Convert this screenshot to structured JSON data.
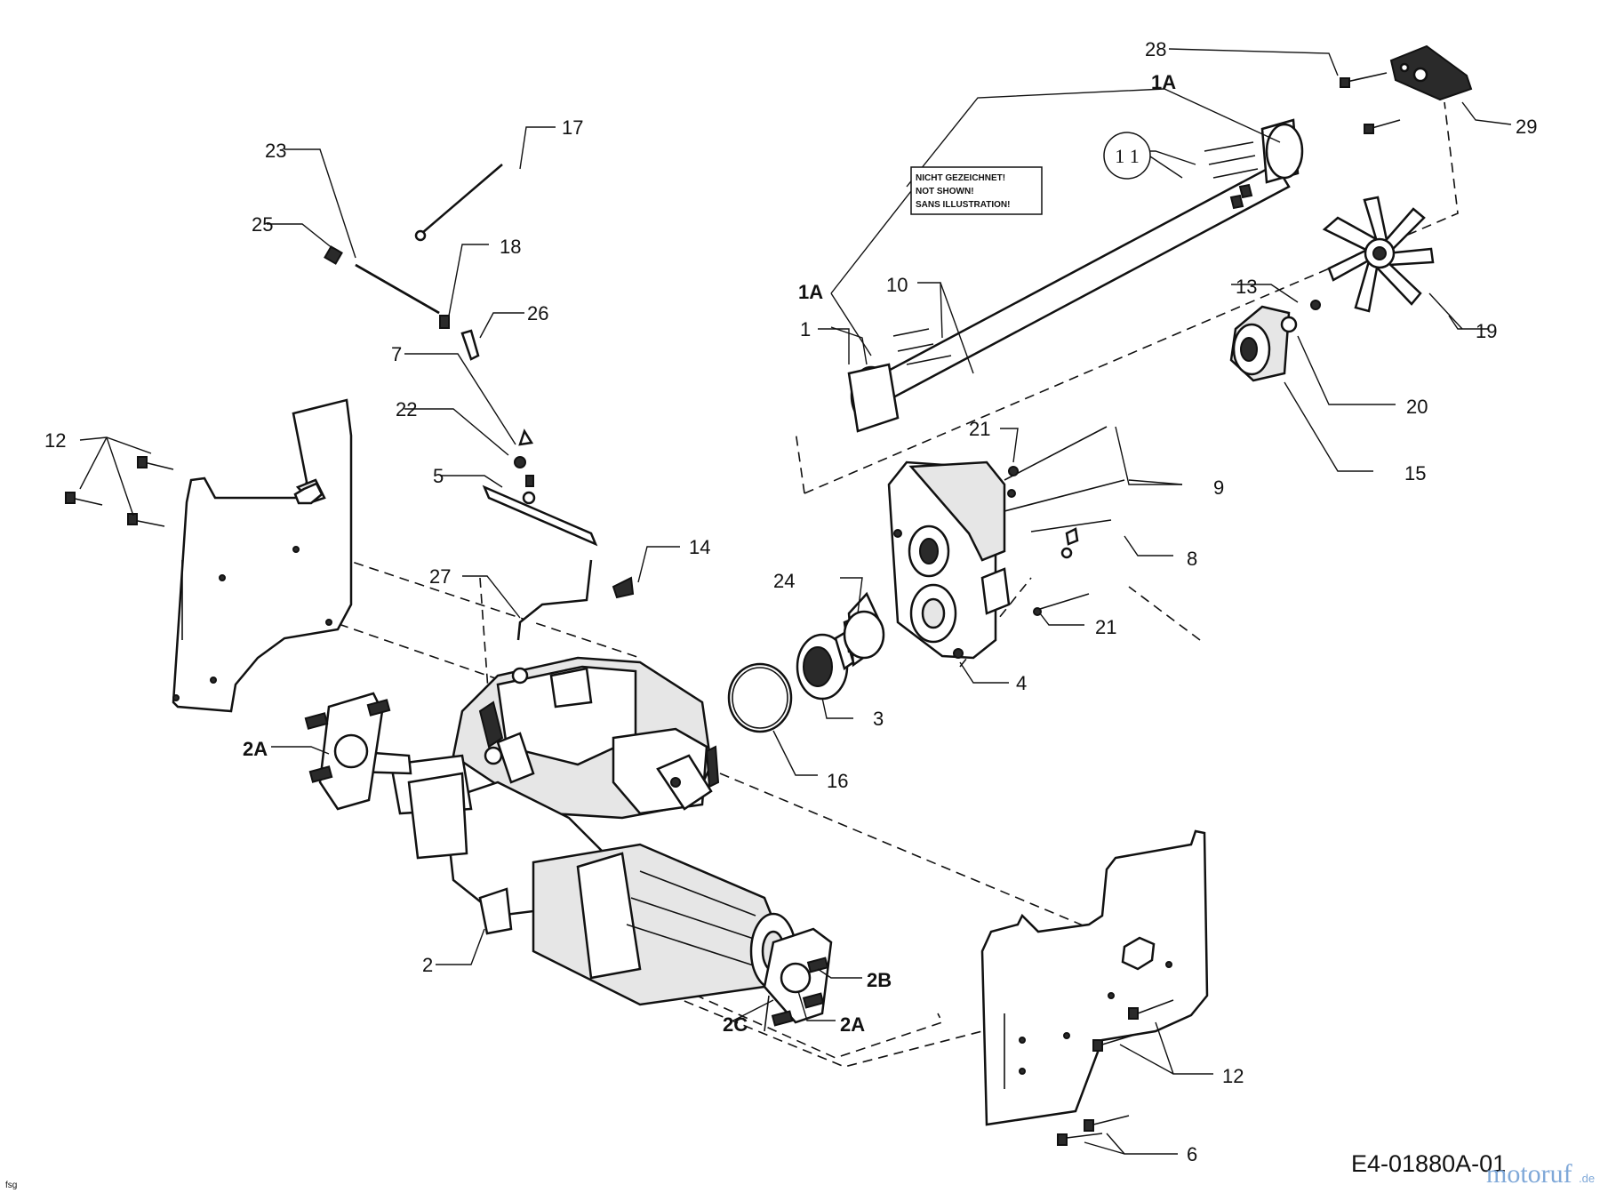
{
  "note": {
    "line1": "NICHT GEZEICHNET!",
    "line2": "NOT SHOWN!",
    "line3": "SANS ILLUSTRATION!"
  },
  "ref_circle": "1 1",
  "drawing_code": "E4-01880A-01",
  "watermark": {
    "main": "motoruf",
    "suffix": ".de"
  },
  "corner_mark": "fsg",
  "callouts": {
    "c1A_top": "1A",
    "c1A_left": "1A",
    "c1": "1",
    "c2": "2",
    "c2A_left": "2A",
    "c2A_right": "2A",
    "c2B": "2B",
    "c2C": "2C",
    "c3": "3",
    "c4": "4",
    "c5": "5",
    "c6": "6",
    "c7": "7",
    "c8": "8",
    "c9": "9",
    "c10": "10",
    "c12_left": "12",
    "c12_right": "12",
    "c13": "13",
    "c14": "14",
    "c15": "15",
    "c16": "16",
    "c17": "17",
    "c18": "18",
    "c19": "19",
    "c20": "20",
    "c21_top": "21",
    "c21_bottom": "21",
    "c22": "22",
    "c23": "23",
    "c24": "24",
    "c25": "25",
    "c26": "26",
    "c27": "27",
    "c28": "28",
    "c29": "29"
  }
}
